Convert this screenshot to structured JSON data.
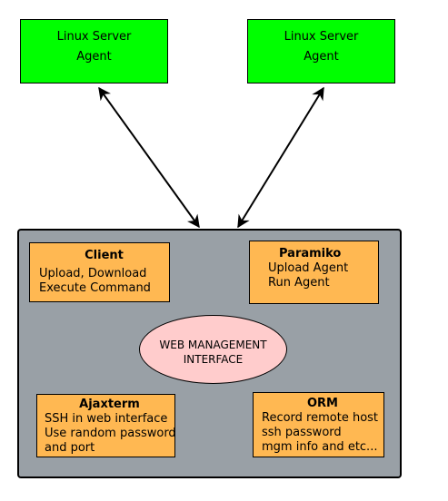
{
  "agents": [
    {
      "line1": "Linux Server",
      "line2": "Agent"
    },
    {
      "line1": "Linux Server",
      "line2": "Agent"
    }
  ],
  "client": {
    "title": "Client",
    "lines": [
      "Upload, Download",
      "Execute Command"
    ]
  },
  "paramiko": {
    "title": "Paramiko",
    "lines": [
      "Upload Agent",
      "Run Agent"
    ]
  },
  "center": {
    "line1": "WEB MANAGEMENT",
    "line2": "INTERFACE"
  },
  "ajaxterm": {
    "title": "Ajaxterm",
    "lines": [
      "SSH in web interface",
      "Use random password",
      "and port"
    ]
  },
  "orm": {
    "title": "ORM",
    "lines": [
      "Record remote host",
      "ssh password",
      "mgm info and etc..."
    ]
  },
  "colors": {
    "agent": "#00ff00",
    "panel": "#99a0a6",
    "component": "#ffb852",
    "center": "#ffcccc"
  }
}
